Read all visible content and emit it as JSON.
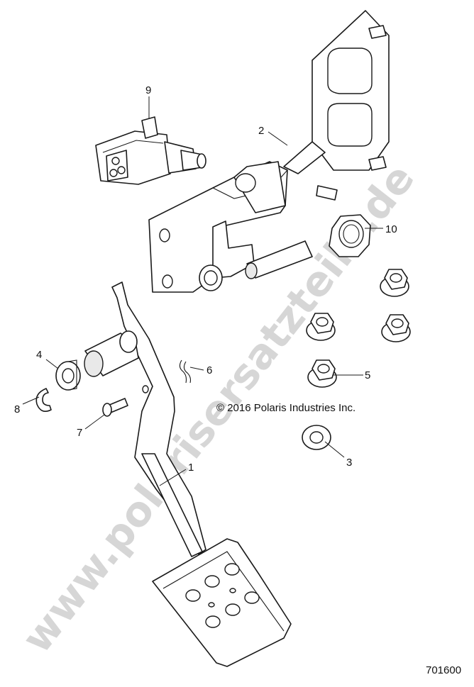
{
  "watermark": "www.polarisersatzteile.de",
  "copyright": "© 2016 Polaris Industries Inc.",
  "diagram_number": "701600",
  "callouts": {
    "c1": "1",
    "c2": "2",
    "c3": "3",
    "c4": "4",
    "c5": "5",
    "c6": "6",
    "c7": "7",
    "c8": "8",
    "c9": "9",
    "c10": "10"
  }
}
